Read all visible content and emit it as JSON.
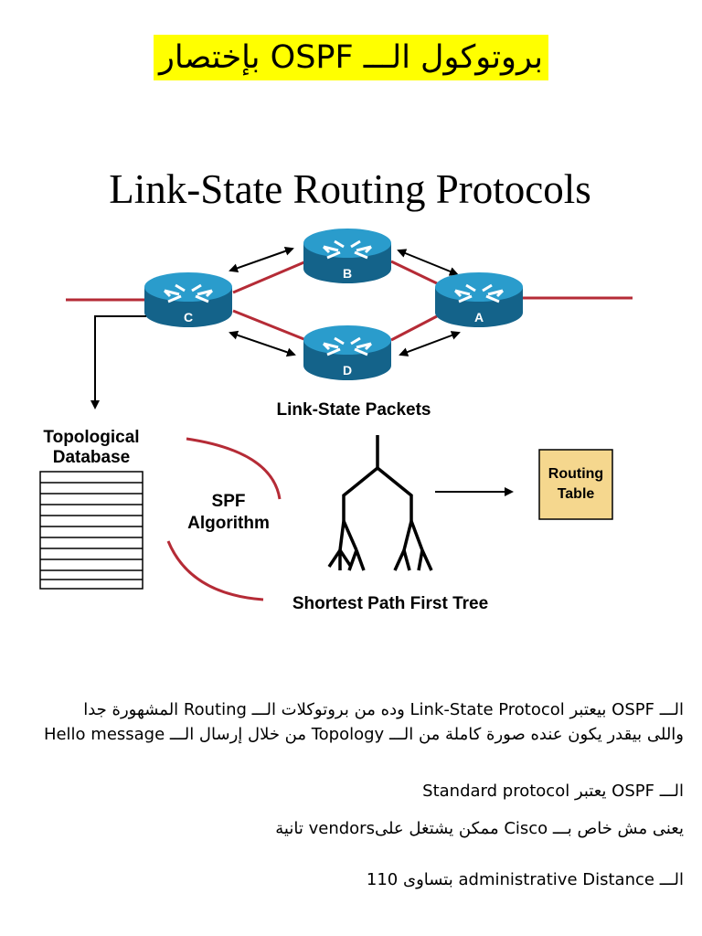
{
  "title": "بروتوكول الـــ OSPF بإختصار",
  "diagram": {
    "heading": "Link-State Routing Protocols",
    "routers": [
      "A",
      "B",
      "C",
      "D"
    ],
    "packets_label": "Link-State Packets",
    "db_line1": "Topological",
    "db_line2": "Database",
    "spf_line1": "SPF",
    "spf_line2": "Algorithm",
    "tree_label": "Shortest Path First Tree",
    "rt_line1": "Routing",
    "rt_line2": "Table",
    "colors": {
      "router": "#1e86b0",
      "link": "#b52b36",
      "table": "#f5d78e"
    }
  },
  "paragraphs": {
    "p1_line1": "الـــ OSPF بيعتبر Link-State Protocol وده من بروتوكلات الـــ Routing المشهورة جدا",
    "p1_line2": "واللى بيقدر يكون عنده صورة كاملة من الـــ Topology من خلال إرسال الـــ Hello message",
    "p2": "الـــ OSPF يعتبر Standard protocol",
    "p3": "يعنى مش خاص بـــ Cisco ممكن يشتغل علىvendors تانية",
    "p4": "الـــ administrative Distance بتساوى 110"
  }
}
